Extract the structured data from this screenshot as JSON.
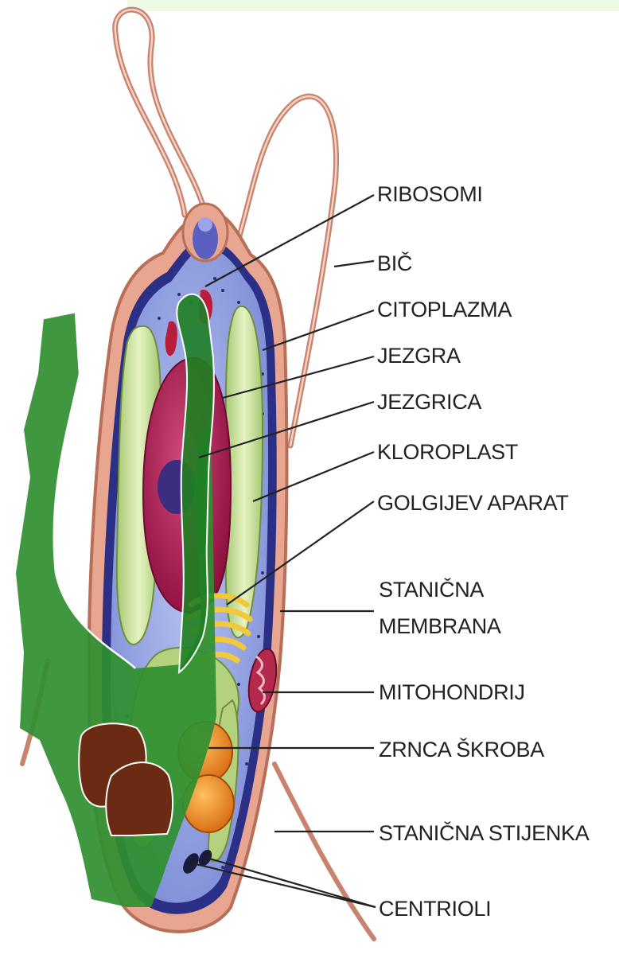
{
  "labels": {
    "ribosomi": "RIBOSOMI",
    "bic": "BIČ",
    "citoplazma": "CITOPLAZMA",
    "jezgra": "JEZGRA",
    "jezgrica": "JEZGRICA",
    "kloroplast": "KLOROPLAST",
    "golgijev_aparat": "GOLGIJEV APARAT",
    "stanicna_membrana_line1": "STANIČNA",
    "stanicna_membrana_line2": "MEMBRANA",
    "mitohondrij": "MITOHONDRIJ",
    "zrnca_skroba": "ZRNCA ŠKROBA",
    "stanicna_stijenka": "STANIČNA STIJENKA",
    "centrioli": "CENTRIOLI"
  },
  "colors": {
    "flagellum": "#c8826e",
    "cell_wall": "#e8a58f",
    "membrane": "#2c2f86",
    "cytoplasm": "#8f9de0",
    "chloroplast": "#b9d68a",
    "nucleus": "#a1164a",
    "nucleolus": "#3b2d80",
    "golgi": "#f2c93a",
    "mitochondrion": "#b42a4c",
    "starch": "#e07a16",
    "overlay_green": "#2f8f2f",
    "overlay_brown": "#6b2b12"
  }
}
